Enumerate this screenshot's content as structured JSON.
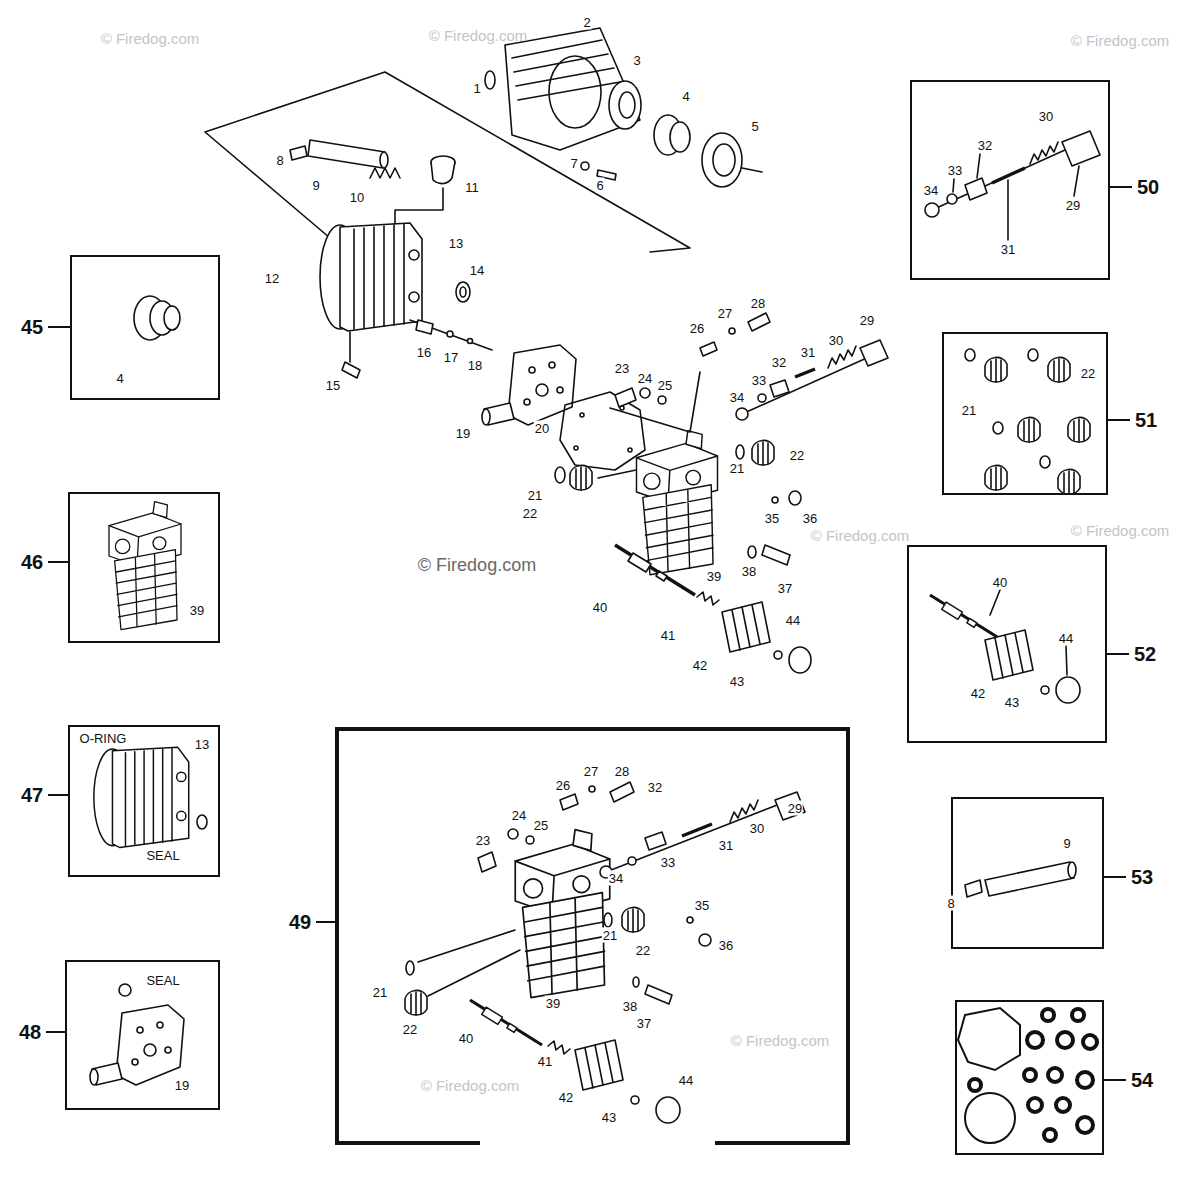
{
  "diagram": {
    "nodes": [
      {
        "text": [
          "45"
        ]
      },
      {
        "text": [
          "46"
        ]
      },
      {
        "text": [
          "47"
        ]
      },
      {
        "text": [
          "48"
        ]
      },
      {
        "text": [
          "49"
        ]
      },
      {
        "text": [
          "50"
        ]
      },
      {
        "text": [
          "51"
        ]
      },
      {
        "text": [
          "52"
        ]
      },
      {
        "text": [
          "53"
        ]
      },
      {
        "text": [
          "54"
        ]
      }
    ],
    "labels": [
      "1",
      "2",
      "3",
      "4",
      "5",
      "7",
      "6",
      "8",
      "9",
      "10",
      "11",
      "13",
      "12",
      "14",
      "16",
      "17",
      "18",
      "15",
      "19",
      "20",
      "28",
      "27",
      "29",
      "26",
      "30",
      "31",
      "32",
      "23",
      "24",
      "25",
      "33",
      "34",
      "22",
      "21",
      "21",
      "22",
      "35",
      "36",
      "38",
      "39",
      "37",
      "40",
      "44",
      "41",
      "42",
      "43",
      "4",
      "39",
      "O-RING",
      "13",
      "SEAL",
      "SEAL",
      "19",
      "28",
      "27",
      "26",
      "32",
      "29",
      "24",
      "25",
      "30",
      "23",
      "31",
      "33",
      "34",
      "35",
      "21",
      "36",
      "22",
      "21",
      "39",
      "38",
      "37",
      "22",
      "40",
      "41",
      "44",
      "42",
      "43",
      "30",
      "32",
      "33",
      "34",
      "29",
      "31",
      "22",
      "21",
      "40",
      "44",
      "42",
      "43",
      "9",
      "8",
      "© Firedog.com",
      "© Firedog.com",
      "© Firedog.com",
      "© Firedog.com",
      "© Firedog.com",
      "© Firedog.com",
      "© Firedog.com",
      "© Firedog.com"
    ]
  }
}
